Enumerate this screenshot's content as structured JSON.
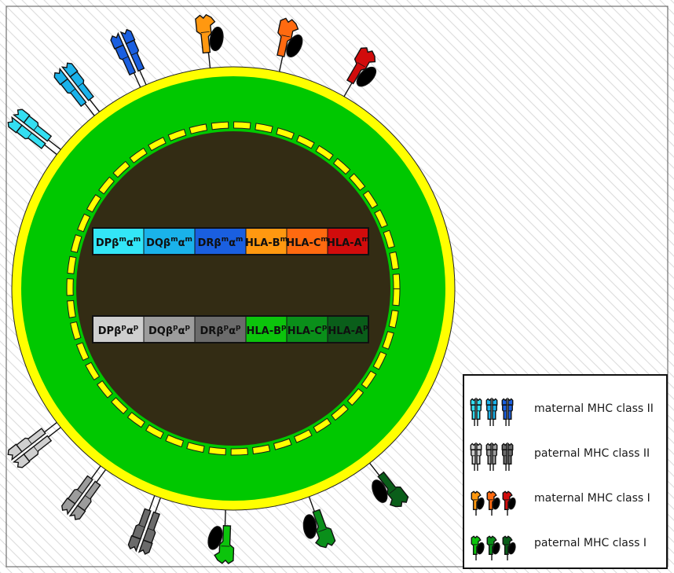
{
  "maternal_genes": [
    {
      "base": "DPβ",
      "sup1": "m",
      "mid": "α",
      "sup2": "m",
      "color": "#33e6f7"
    },
    {
      "base": "DQβ",
      "sup1": "m",
      "mid": "α",
      "sup2": "m",
      "color": "#1ab2ea"
    },
    {
      "base": "DRβ",
      "sup1": "m",
      "mid": "α",
      "sup2": "m",
      "color": "#1a5fe0"
    },
    {
      "base": "HLA-B",
      "sup1": "m",
      "mid": "",
      "sup2": "",
      "color": "#ff9810"
    },
    {
      "base": "HLA-C",
      "sup1": "m",
      "mid": "",
      "sup2": "",
      "color": "#ff6a10"
    },
    {
      "base": "HLA-A",
      "sup1": "m",
      "mid": "",
      "sup2": "",
      "color": "#d10c0c"
    }
  ],
  "paternal_genes": [
    {
      "base": "DPβ",
      "sup1": "p",
      "mid": "α",
      "sup2": "p",
      "color": "#cfcfcf"
    },
    {
      "base": "DQβ",
      "sup1": "p",
      "mid": "α",
      "sup2": "p",
      "color": "#9c9c9c"
    },
    {
      "base": "DRβ",
      "sup1": "p",
      "mid": "α",
      "sup2": "p",
      "color": "#6b6b6b"
    },
    {
      "base": "HLA-B",
      "sup1": "p",
      "mid": "",
      "sup2": "",
      "color": "#0cc40c"
    },
    {
      "base": "HLA-C",
      "sup1": "p",
      "mid": "",
      "sup2": "",
      "color": "#0a8f1a"
    },
    {
      "base": "HLA-A",
      "sup1": "p",
      "mid": "",
      "sup2": "",
      "color": "#0a5e1a"
    }
  ],
  "receptors_top": [
    {
      "type": "class2",
      "color": "#33dff2"
    },
    {
      "type": "class2",
      "color": "#1ab2ea"
    },
    {
      "type": "class2",
      "color": "#1a5fe0"
    },
    {
      "type": "class1",
      "color": "#ff9810"
    },
    {
      "type": "class1",
      "color": "#ff6a10"
    },
    {
      "type": "class1",
      "color": "#d10c0c"
    }
  ],
  "receptors_bottom": [
    {
      "type": "class2",
      "color": "#cfcfcf"
    },
    {
      "type": "class2",
      "color": "#9c9c9c"
    },
    {
      "type": "class2",
      "color": "#6b6b6b"
    },
    {
      "type": "class1",
      "color": "#0cc40c"
    },
    {
      "type": "class1",
      "color": "#0a8f1a"
    },
    {
      "type": "class1",
      "color": "#0a5e1a"
    }
  ],
  "legend": [
    {
      "label": "maternal MHC class II",
      "type": "class2",
      "colors": [
        "#33dff2",
        "#1ab2ea",
        "#1a5fe0"
      ]
    },
    {
      "label": "paternal MHC class II",
      "type": "class2",
      "colors": [
        "#cfcfcf",
        "#9c9c9c",
        "#6b6b6b"
      ]
    },
    {
      "label": "maternal MHC class I",
      "type": "class1",
      "colors": [
        "#ff9810",
        "#ff6a10",
        "#d10c0c"
      ]
    },
    {
      "label": "paternal MHC class I",
      "type": "class1",
      "colors": [
        "#0cc40c",
        "#0a8f1a",
        "#0a5e1a"
      ]
    }
  ],
  "colors": {
    "membrane": "#ffff00",
    "cytoplasm": "#00c800",
    "nucleus": "#332c14",
    "nuclear_envelope": "#ffff00"
  }
}
